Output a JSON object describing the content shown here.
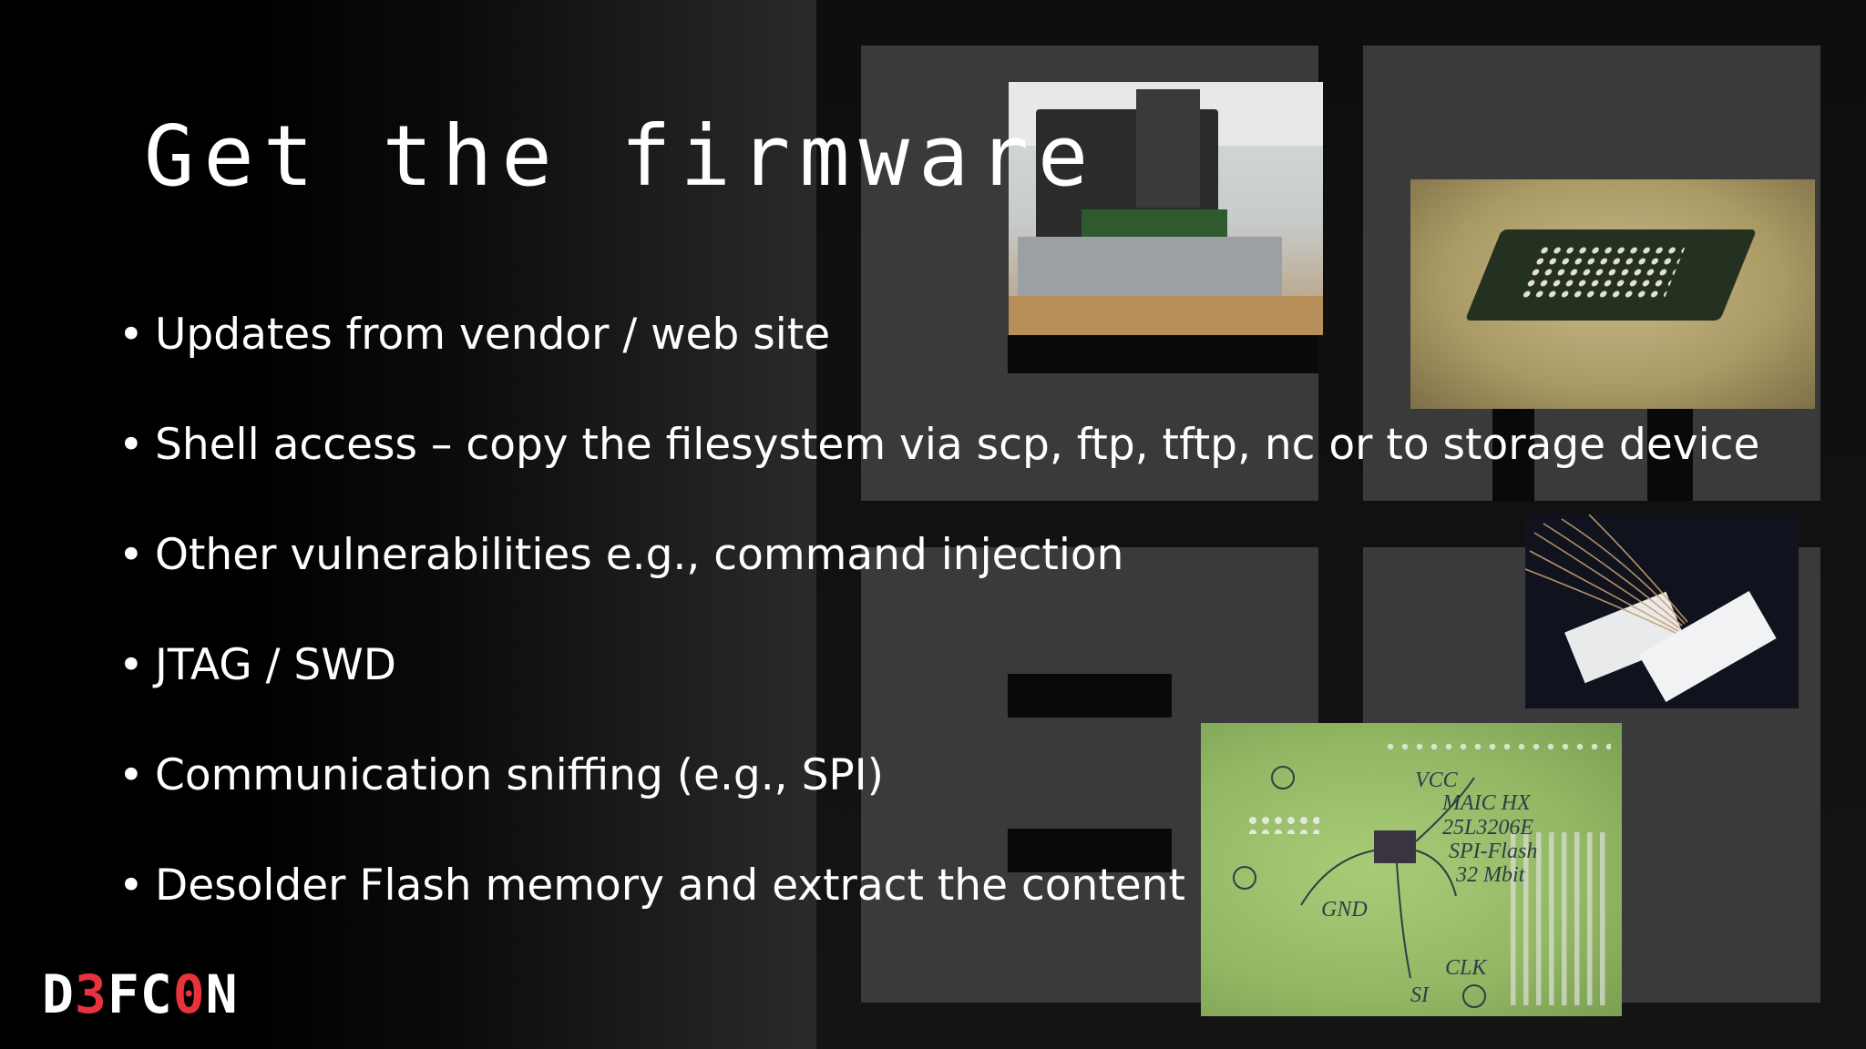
{
  "slide": {
    "title": "Get the firmware",
    "bullets": [
      "Updates from vendor / web site",
      "Shell access – copy the filesystem via scp, ftp, tftp, nc or to storage device",
      "Other vulnerabilities e.g., command injection",
      "JTAG / SWD",
      "Communication sniffing (e.g., SPI)",
      "Desolder Flash memory and extract the content"
    ],
    "bullet_marker": "•"
  },
  "logo": {
    "prefix": "D",
    "accent1": "3",
    "middle": "FC",
    "accent2": "0",
    "suffix": "N"
  },
  "pcb_notes": {
    "vcc": "VCC",
    "chip_line1": "MAIC HX",
    "chip_line2": "25L3206E",
    "chip_line3": "SPI-Flash",
    "chip_line4": "32 Mbit",
    "gnd": "GND",
    "clk": "CLK",
    "si": "SI"
  },
  "colors": {
    "background": "#000000",
    "panel": "#3a3a3a",
    "text": "#ffffff",
    "logo_accent": "#e8323c"
  }
}
